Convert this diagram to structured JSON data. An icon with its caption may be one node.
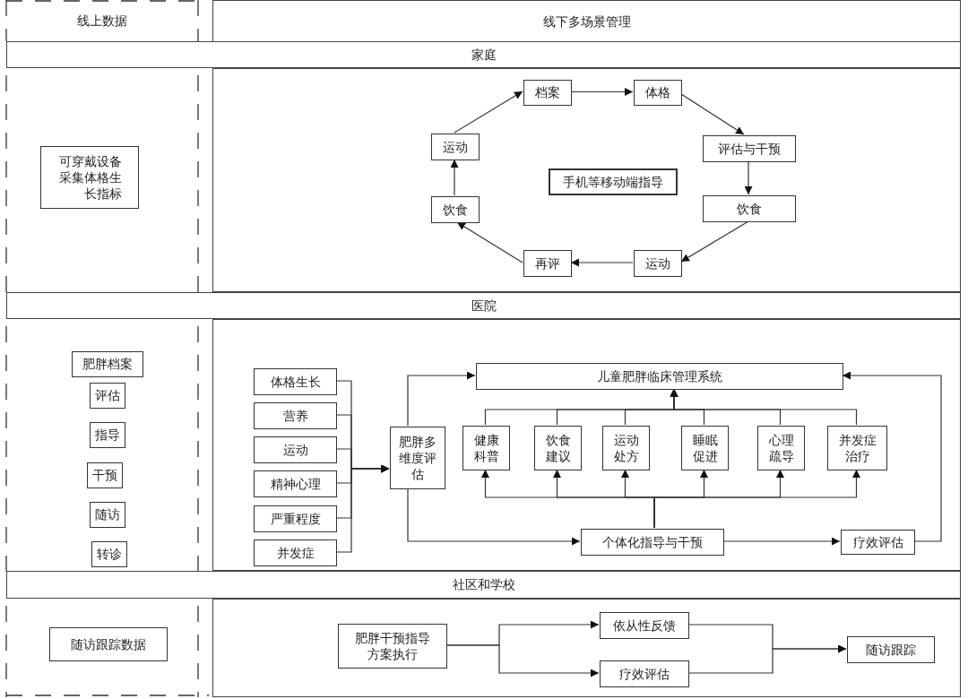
{
  "diagram": {
    "nodes": [
      {
        "text": [
          "线上数据"
        ]
      },
      {
        "text": [
          "线下多场景管理"
        ]
      },
      {
        "text": [
          "家庭"
        ]
      },
      {
        "text": [],
        "shape": "box"
      },
      {
        "text": [
          "可穿戴设备采集体格生长指标"
        ],
        "in": 3
      },
      {
        "text": [],
        "shape": "box"
      },
      {
        "text": [
          "档案"
        ],
        "in": 5
      },
      {
        "text": [
          "体格"
        ],
        "in": 5
      },
      {
        "text": [
          "运动"
        ],
        "in": 5
      },
      {
        "text": [
          "评估与干预"
        ],
        "in": 5
      },
      {
        "text": [
          "手机等移动端指导"
        ],
        "in": 5
      },
      {
        "text": [
          "饮食"
        ],
        "in": 5
      },
      {
        "text": [
          "饮食"
        ],
        "in": 5
      },
      {
        "text": [
          "再评"
        ],
        "in": 5
      },
      {
        "text": [
          "运动"
        ],
        "in": 5
      },
      {
        "text": [
          "医院"
        ]
      },
      {
        "text": [],
        "shape": "box"
      },
      {
        "text": [
          "肥胖档案"
        ],
        "in": 16
      },
      {
        "text": [
          "评估"
        ],
        "in": 16
      },
      {
        "text": [
          "指导"
        ],
        "in": 16
      },
      {
        "text": [
          "干预"
        ],
        "in": 16
      },
      {
        "text": [
          "随访"
        ],
        "in": 16
      },
      {
        "text": [
          "转诊"
        ],
        "in": 16
      },
      {
        "text": [],
        "shape": "box"
      },
      {
        "text": [
          "体格生长"
        ],
        "in": 23
      },
      {
        "text": [
          "营养"
        ],
        "in": 23
      },
      {
        "text": [
          "运动"
        ],
        "in": 23
      },
      {
        "text": [
          "精神心理"
        ],
        "in": 23
      },
      {
        "text": [
          "严重程度"
        ],
        "in": 23
      },
      {
        "text": [
          "并发症"
        ],
        "in": 23
      },
      {
        "text": [
          "肥胖多维度评估"
        ],
        "in": 23
      },
      {
        "text": [
          "儿童肥胖临床管理系统"
        ],
        "in": 23
      },
      {
        "text": [
          "健康科普"
        ],
        "in": 23
      },
      {
        "text": [
          "饮食建议"
        ],
        "in": 23
      },
      {
        "text": [
          "运动处方"
        ],
        "in": 23
      },
      {
        "text": [
          "睡眠促进"
        ],
        "in": 23
      },
      {
        "text": [
          "心理疏导"
        ],
        "in": 23
      },
      {
        "text": [
          "并发症治疗"
        ],
        "in": 23
      },
      {
        "text": [
          "个体化指导与干预"
        ],
        "in": 23
      },
      {
        "text": [
          "疗效评估"
        ],
        "in": 23
      },
      {
        "text": [
          "社区和学校"
        ]
      },
      {
        "text": [],
        "shape": "box"
      },
      {
        "text": [
          "随访跟踪数据"
        ],
        "in": 41
      },
      {
        "text": [],
        "shape": "box"
      },
      {
        "text": [
          "肥胖干预指导方案执行"
        ],
        "in": 43
      },
      {
        "text": [
          "依从性反馈"
        ],
        "in": 43
      },
      {
        "text": [
          "疗效评估"
        ],
        "in": 43
      },
      {
        "text": [
          "随访跟踪"
        ],
        "in": 43
      }
    ],
    "edges": [
      {
        "from": 6,
        "to": 7,
        "arrow": "to"
      },
      {
        "from": 7,
        "to": 9,
        "arrow": "to"
      },
      {
        "from": 9,
        "to": 12,
        "arrow": "to"
      },
      {
        "from": 12,
        "to": 14,
        "arrow": "to"
      },
      {
        "from": 14,
        "to": 13,
        "arrow": "to"
      },
      {
        "from": 13,
        "to": 11,
        "arrow": "to"
      },
      {
        "from": 11,
        "to": 8,
        "arrow": "to"
      },
      {
        "from": 8,
        "to": 6,
        "arrow": "to"
      },
      {
        "from": 24,
        "to": 30,
        "arrow": "to"
      },
      {
        "from": 25,
        "to": 30,
        "arrow": "to"
      },
      {
        "from": 26,
        "to": 30,
        "arrow": "to"
      },
      {
        "from": 27,
        "to": 30,
        "arrow": "to"
      },
      {
        "from": 28,
        "to": 30,
        "arrow": "to"
      },
      {
        "from": 29,
        "to": 30,
        "arrow": "to"
      },
      {
        "from": 30,
        "to": 31,
        "arrow": "to"
      },
      {
        "from": 30,
        "to": 38,
        "arrow": "to"
      },
      {
        "from": 38,
        "to": 32,
        "arrow": "to"
      },
      {
        "from": 38,
        "to": 33,
        "arrow": "to"
      },
      {
        "from": 38,
        "to": 34,
        "arrow": "to"
      },
      {
        "from": 38,
        "to": 35,
        "arrow": "to"
      },
      {
        "from": 38,
        "to": 36,
        "arrow": "to"
      },
      {
        "from": 38,
        "to": 37,
        "arrow": "to"
      },
      {
        "from": 32,
        "to": 31,
        "arrow": "to"
      },
      {
        "from": 33,
        "to": 31,
        "arrow": "to"
      },
      {
        "from": 34,
        "to": 31,
        "arrow": "to"
      },
      {
        "from": 35,
        "to": 31,
        "arrow": "to"
      },
      {
        "from": 36,
        "to": 31,
        "arrow": "to"
      },
      {
        "from": 37,
        "to": 31,
        "arrow": "to"
      },
      {
        "from": 38,
        "to": 39,
        "arrow": "to"
      },
      {
        "from": 39,
        "to": 31,
        "arrow": "to"
      },
      {
        "from": 44,
        "to": 45,
        "arrow": "to"
      },
      {
        "from": 44,
        "to": 46,
        "arrow": "to"
      },
      {
        "from": 45,
        "to": 47,
        "arrow": "to"
      },
      {
        "from": 46,
        "to": 47,
        "arrow": "to"
      }
    ]
  }
}
